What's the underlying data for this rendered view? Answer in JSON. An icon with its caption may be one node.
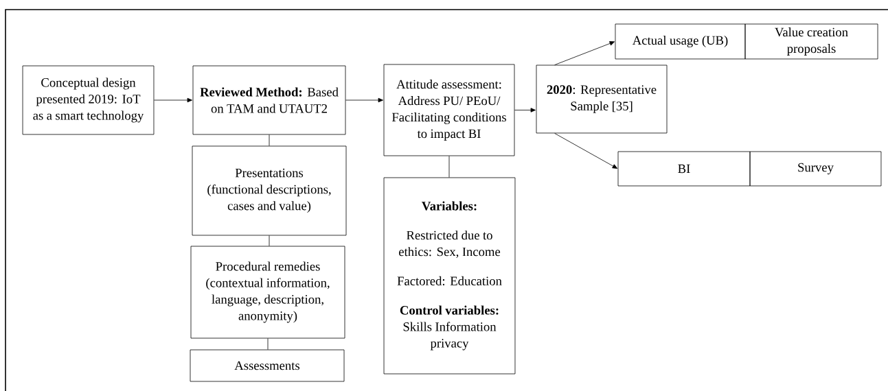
{
  "diagram": {
    "nodes": [
      {
        "text": [
          "Conceptual design presented 2019: IoT as a smart technology"
        ]
      },
      {
        "text": [
          "**Reviewed Method:** Based on TAM and UTAUT2"
        ]
      },
      {
        "text": [
          "Presentations (functional descriptions, cases and value)"
        ]
      },
      {
        "text": [
          "Procedural remedies (contextual information, language, description, anonymity)"
        ]
      },
      {
        "text": [
          "Assessments"
        ]
      },
      {
        "text": [
          "Attitude assessment: Address PU/ PEoU/ Facilitating conditions to impact BI"
        ]
      },
      {
        "text": [
          "Variables:",
          "Restricted due to ethics: Sex, Income",
          "Factored: Education",
          "Control variables:",
          "Skills Information privacy"
        ]
      },
      {
        "text": [
          "**2020**: Representative Sample [35]"
        ]
      },
      {
        "text": [
          "Actual usage (UB)"
        ]
      },
      {
        "text": [
          "Value creation proposals"
        ]
      },
      {
        "text": [
          "BI"
        ]
      },
      {
        "text": [
          "Survey"
        ]
      }
    ],
    "edges": [
      {
        "from": 0,
        "to": 1,
        "arrow": "to"
      },
      {
        "from": 1,
        "to": 5,
        "arrow": "to"
      },
      {
        "from": 5,
        "to": 7,
        "arrow": "to"
      },
      {
        "from": 7,
        "to": 8,
        "arrow": "to"
      },
      {
        "from": 7,
        "to": 10,
        "arrow": "to"
      },
      {
        "from": 1,
        "to": 2,
        "arrow": "none"
      },
      {
        "from": 2,
        "to": 3,
        "arrow": "none"
      },
      {
        "from": 3,
        "to": 4,
        "arrow": "none"
      },
      {
        "from": 5,
        "to": 6,
        "arrow": "none"
      }
    ]
  }
}
